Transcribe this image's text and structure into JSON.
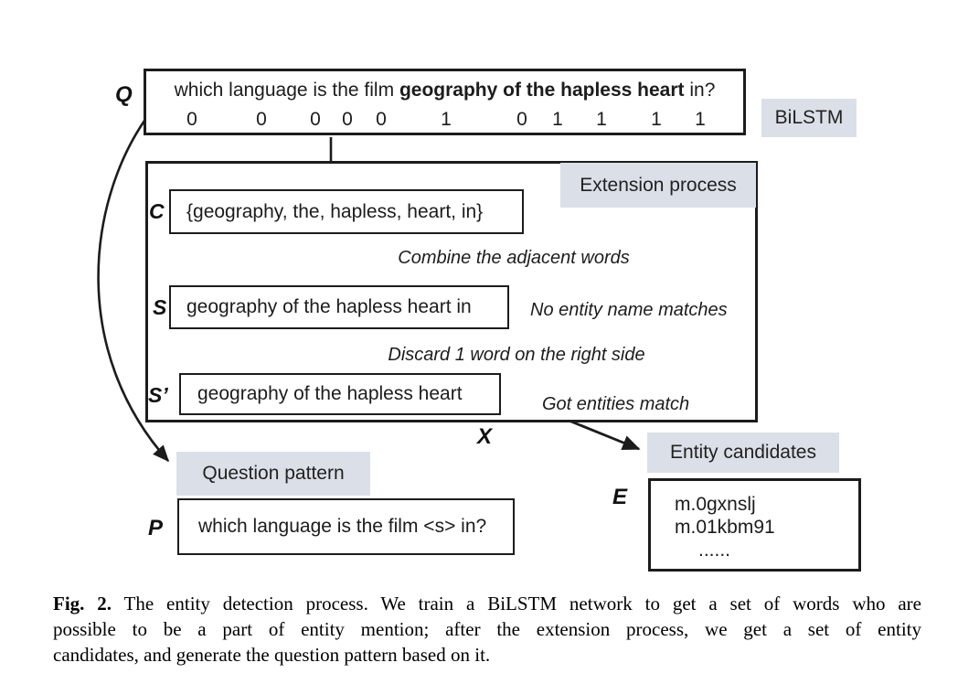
{
  "figure": {
    "q": {
      "label": "Q",
      "question_pre": "which language is the film ",
      "question_bold": "geography of the hapless heart",
      "question_post": " in?",
      "binary": [
        "0",
        "0",
        "0",
        "0",
        "0",
        "1",
        "0",
        "1",
        "1",
        "1",
        "1"
      ]
    },
    "bilstm_label": "BiLSTM",
    "extension": {
      "title": "Extension process",
      "c": {
        "label": "C",
        "text": "{geography, the, hapless, heart, in}"
      },
      "combine_note": "Combine the adjacent words",
      "s": {
        "label": "S",
        "text": "geography of the hapless heart in"
      },
      "no_match_note": "No entity name matches",
      "discard_note": "Discard 1 word on the right side",
      "s_prime": {
        "label": "S’",
        "text": "geography of the hapless heart"
      },
      "got_match_note": "Got entities match",
      "x_label": "X"
    },
    "question_pattern": {
      "title": "Question pattern",
      "label": "P",
      "text": "which language is the film <s> in?"
    },
    "entity_candidates": {
      "title": "Entity candidates",
      "label": "E",
      "items": [
        "m.0gxnslj",
        "m.01kbm91",
        "......"
      ]
    }
  },
  "caption": {
    "fig_label": "Fig. 2.",
    "line1_rest": " The entity detection process. We train a BiLSTM network to get a set of words who are",
    "line2": "possible to be a part of entity mention; after the extension process, we get a set of entity",
    "line3": "candidates, and generate the question pattern based on it."
  },
  "colors": {
    "label_bg": "#dbdfe7",
    "line": "#1c1c1c"
  }
}
